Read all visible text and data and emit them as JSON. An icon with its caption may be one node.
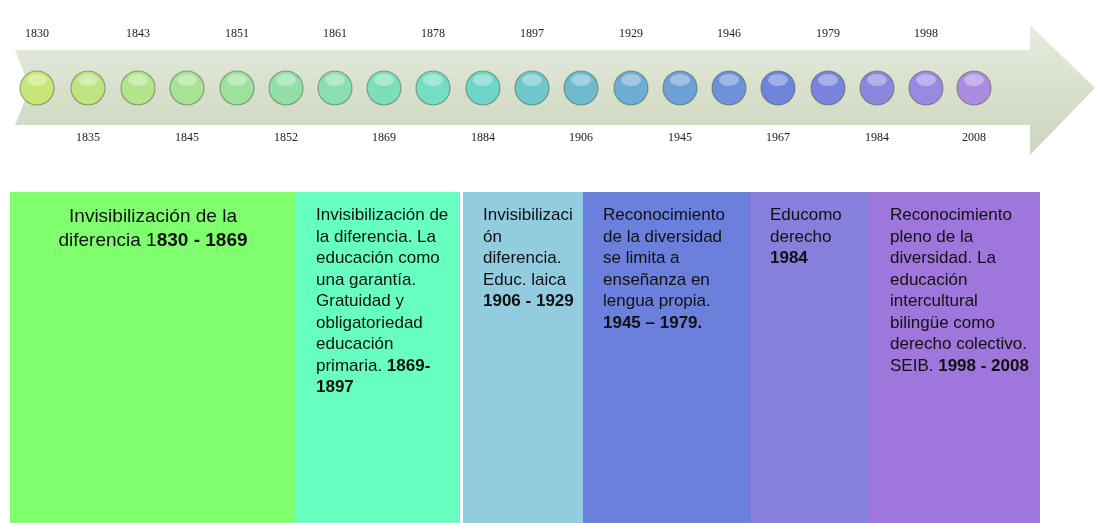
{
  "diagram": {
    "nodes": [
      {
        "text": [
          "Invisibilización de la diferencia 1**830 - 1869**"
        ]
      },
      {
        "text": [
          "Invisibilización de la diferencia.  La educación como una garantía. Gratuidad y obligatoriedad educación primaria. **1869- 1897**"
        ]
      },
      {
        "text": [
          "Invisibilización diferencia.  Educ. laica **1906 - 1929**"
        ]
      },
      {
        "text": [
          "Reconocimiento de la diversidad se limita a enseñanza en lengua propia. **1945 – 1979.**"
        ]
      },
      {
        "text": [
          "Educomo derecho **1984**"
        ]
      },
      {
        "text": [
          "Reconocimiento pleno de la diversidad.  La educación intercultural bilingüe como derecho colectivo. SEIB.  **1998 - 2008**"
        ]
      }
    ],
    "edges": [],
    "labels": [
      "1830",
      "1835",
      "1843",
      "1845",
      "1851",
      "1852",
      "1861",
      "1869",
      "1878",
      "1884",
      "1897",
      "1906",
      "1929",
      "1945",
      "1946",
      "1967",
      "1979",
      "1984",
      "1998",
      "2008"
    ]
  }
}
